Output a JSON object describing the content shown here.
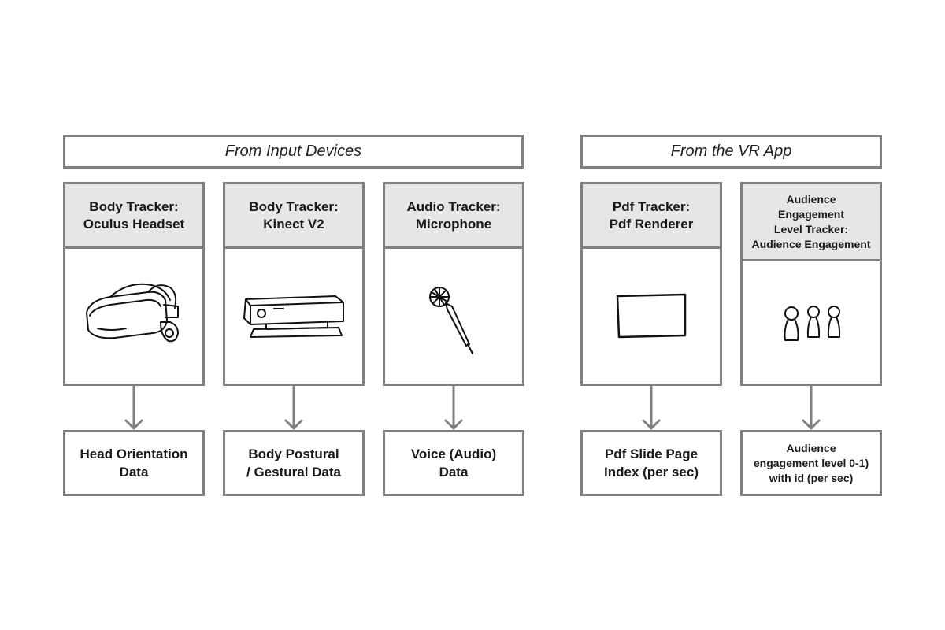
{
  "groups": {
    "input_devices": "From Input Devices",
    "vr_app": "From the VR App"
  },
  "trackers": [
    {
      "title": "Body Tracker:\nOculus Headset",
      "icon": "vr-headset-icon",
      "output": "Head Orientation\nData"
    },
    {
      "title": "Body Tracker:\nKinect V2",
      "icon": "kinect-sensor-icon",
      "output": "Body Postural\n/ Gestural Data"
    },
    {
      "title": "Audio Tracker:\nMicrophone",
      "icon": "microphone-icon",
      "output": "Voice (Audio)\nData"
    },
    {
      "title": "Pdf Tracker:\nPdf Renderer",
      "icon": "pdf-page-icon",
      "output": "Pdf Slide Page\nIndex (per sec)"
    },
    {
      "title": "Audience\nEngagement\nLevel Tracker:\nAudience Engagement",
      "icon": "audience-icon",
      "output": "Audience\nengagement level 0-1)\nwith id (per sec)"
    }
  ],
  "colors": {
    "border": "#808080",
    "header_fill": "#e6e6e6"
  }
}
